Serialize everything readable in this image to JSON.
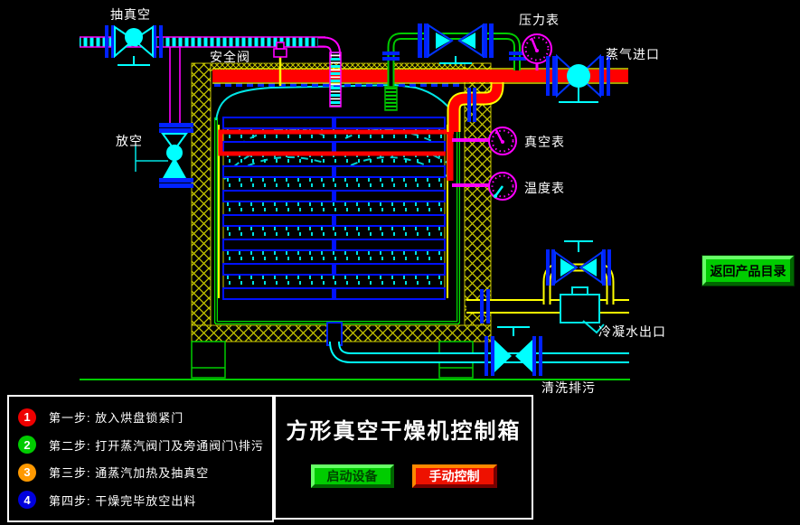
{
  "labels": {
    "pump": "抽真空",
    "safety_valve": "安全阀",
    "pressure_gauge": "压力表",
    "steam_inlet": "蒸气进口",
    "vent": "放空",
    "vacuum_gauge": "真空表",
    "temperature_gauge": "温度表",
    "condensate_outlet": "冷凝水出口",
    "flush_drain": "清洗排污"
  },
  "return_button": {
    "label": "返回产品目录",
    "color": "#00cc00"
  },
  "steps_panel": {
    "items": [
      {
        "num": "1",
        "color": "#ee0000",
        "text": "第一步:  放入烘盘锁紧门"
      },
      {
        "num": "2",
        "color": "#00cc00",
        "text": "第二步:  打开蒸汽阀门及旁通阀门\\排污"
      },
      {
        "num": "3",
        "color": "#ff9900",
        "text": "第三步:  通蒸汽加热及抽真空"
      },
      {
        "num": "4",
        "color": "#0000dd",
        "text": "第四步:  干燥完毕放空出料"
      }
    ]
  },
  "control_panel": {
    "title": "方形真空干燥机控制箱",
    "start_button": "启动设备",
    "manual_button": "手动控制"
  },
  "colors": {
    "background": "#000000",
    "steam_pipe_red": "#ff0000",
    "pipe_green": "#00cc00",
    "pipe_yellow": "#ffff00",
    "pipe_cyan": "#00ffff",
    "vacuum_pipe_magenta": "#ff00ff",
    "insulation_hatch": "#c6c600",
    "tray_blue": "#0011ff",
    "start_green": "#00cc00",
    "manual_red": "#ee1100"
  }
}
